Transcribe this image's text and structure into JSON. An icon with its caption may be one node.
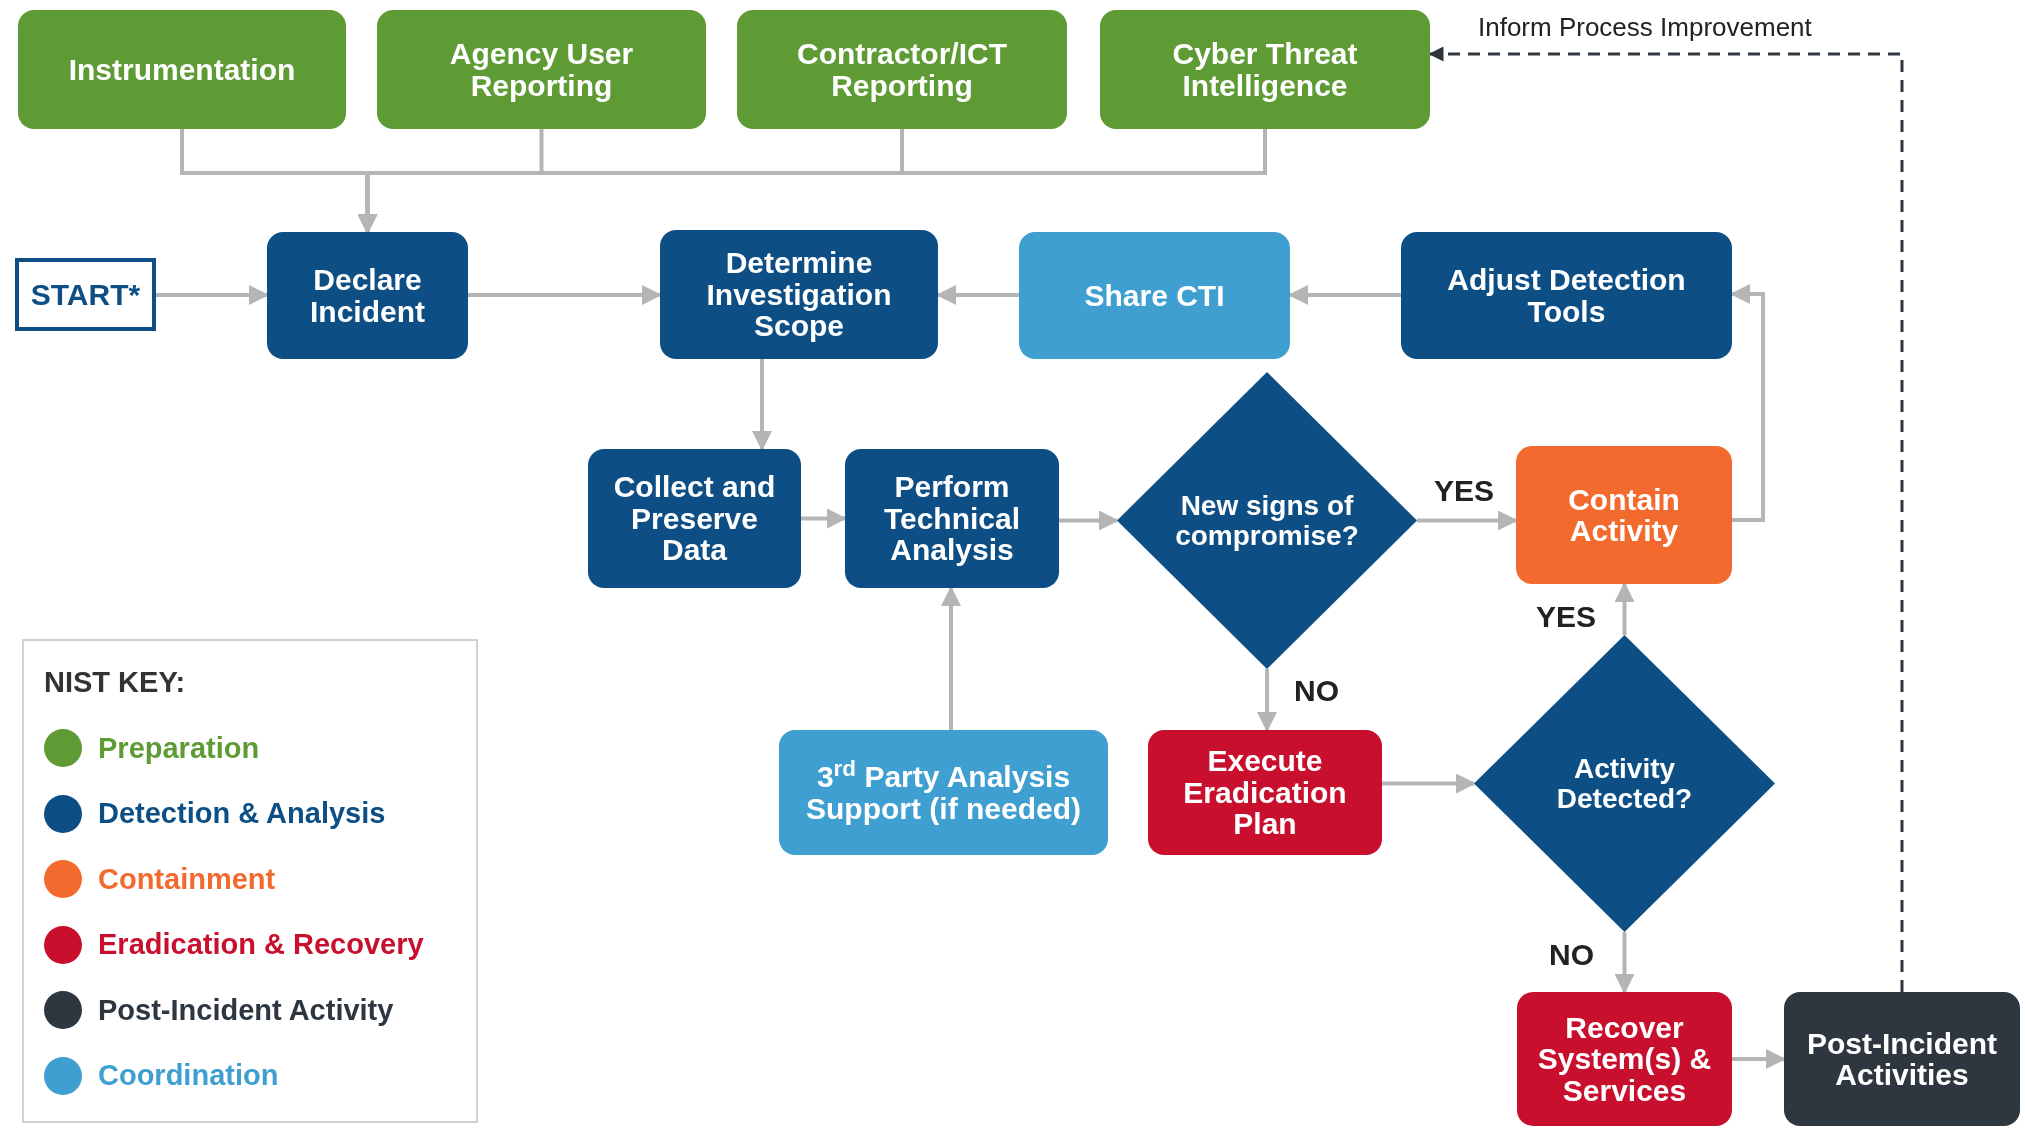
{
  "diagram": {
    "nodes": [
      {
        "text": [
          "Instrumentation"
        ]
      },
      {
        "text": [
          "Agency User Reporting"
        ]
      },
      {
        "text": [
          "Contractor/ICT Reporting"
        ]
      },
      {
        "text": [
          "Cyber Threat Intelligence"
        ]
      },
      {
        "text": [
          "START*"
        ]
      },
      {
        "text": [
          "Declare Incident"
        ]
      },
      {
        "text": [
          "Determine Investigation Scope"
        ]
      },
      {
        "text": [
          "Share CTI"
        ]
      },
      {
        "text": [
          "Adjust Detection Tools"
        ]
      },
      {
        "text": [
          "Collect and Preserve Data"
        ]
      },
      {
        "text": [
          "Perform Technical Analysis"
        ]
      },
      {
        "text": [
          "New signs of compromise?"
        ]
      },
      {
        "text": [
          "Contain Activity"
        ]
      },
      {
        "text": [
          "3$^{rd}$ Party Analysis Support (if needed)"
        ]
      },
      {
        "text": [
          "Execute Eradication Plan"
        ]
      },
      {
        "text": [
          "Activity Detected?"
        ]
      },
      {
        "text": [
          "Recover System(s) & Services"
        ]
      },
      {
        "text": [
          "Post-Incident Activities"
        ]
      }
    ],
    "edges": [
      {
        "from": 0,
        "to": 5,
        "arrow": "to"
      },
      {
        "from": 1,
        "to": 5,
        "arrow": "to"
      },
      {
        "from": 2,
        "to": 5,
        "arrow": "to"
      },
      {
        "from": 3,
        "to": 5,
        "arrow": "to"
      },
      {
        "from": 4,
        "to": 5,
        "arrow": "to"
      },
      {
        "from": 5,
        "to": 6,
        "arrow": "to"
      },
      {
        "from": 7,
        "to": 6,
        "arrow": "to"
      },
      {
        "from": 8,
        "to": 7,
        "arrow": "to"
      },
      {
        "from": 6,
        "to": 9,
        "arrow": "to"
      },
      {
        "from": 9,
        "to": 10,
        "arrow": "to"
      },
      {
        "from": 10,
        "to": 11,
        "arrow": "to"
      },
      {
        "from": 11,
        "to": 12,
        "arrow": "to",
        "label": "YES"
      },
      {
        "from": 12,
        "to": 8,
        "arrow": "to"
      },
      {
        "from": 13,
        "to": 10,
        "arrow": "to"
      },
      {
        "from": 11,
        "to": 14,
        "arrow": "to",
        "label": "NO"
      },
      {
        "from": 14,
        "to": 15,
        "arrow": "to"
      },
      {
        "from": 15,
        "to": 12,
        "arrow": "to",
        "label": "YES"
      },
      {
        "from": 15,
        "to": 16,
        "arrow": "to",
        "label": "NO"
      },
      {
        "from": 16,
        "to": 17,
        "arrow": "to"
      },
      {
        "from": 17,
        "to": 3,
        "arrow": "to",
        "label": "Inform Process Improvement",
        "style": "dashed",
        "color": "#2e3740"
      }
    ],
    "labels": [
      "NIST KEY:"
    ],
    "legend": [
      {
        "text": "Preparation",
        "color": "#5f9b35"
      },
      {
        "text": "Detection & Analysis",
        "color": "#0d4f85"
      },
      {
        "text": "Containment",
        "color": "#f26a2e"
      },
      {
        "text": "Eradication & Recovery",
        "color": "#c8102e"
      },
      {
        "text": "Post-Incident Activity",
        "color": "#2e3740"
      },
      {
        "text": "Coordination",
        "color": "#3f9fd0"
      }
    ]
  }
}
